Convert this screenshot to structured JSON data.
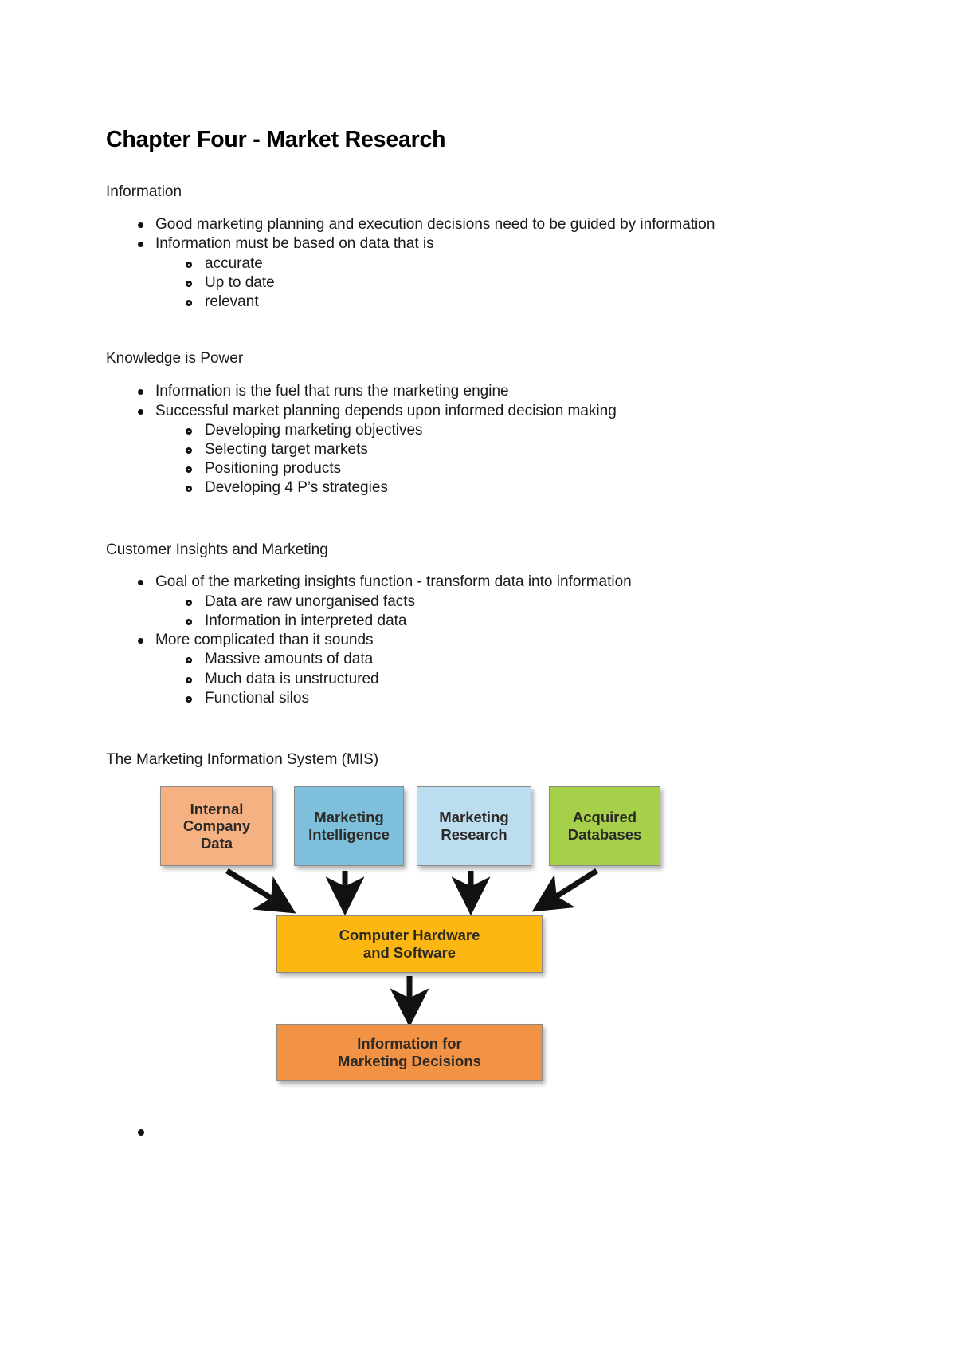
{
  "document": {
    "title": "Chapter Four - Market Research"
  },
  "sections": [
    {
      "heading": "Information",
      "items": [
        {
          "text": "Good marketing planning and execution decisions need to be guided by information",
          "children": []
        },
        {
          "text": "Information must be based on data that is",
          "children": [
            "accurate",
            "Up to date",
            "relevant"
          ]
        }
      ]
    },
    {
      "heading": "Knowledge is Power",
      "items": [
        {
          "text": "Information is the fuel that runs the marketing engine",
          "children": []
        },
        {
          "text": "Successful market planning depends upon informed decision making",
          "children": [
            "Developing marketing objectives",
            "Selecting target markets",
            "Positioning products",
            "Developing 4 P’s strategies"
          ]
        }
      ]
    },
    {
      "heading": "Customer Insights and Marketing",
      "items": [
        {
          "text": "Goal of the marketing insights function - transform data into information",
          "children": [
            "Data are raw unorganised facts",
            "Information in interpreted data"
          ]
        },
        {
          "text": "More complicated than it sounds",
          "children": [
            "Massive amounts of data",
            "Much data is unstructured",
            "Functional silos"
          ]
        }
      ]
    },
    {
      "heading": "The Marketing Information System (MIS)",
      "items": []
    }
  ],
  "diagram": {
    "name": "marketing-information-system-diagram",
    "boxes": [
      {
        "id": "internal",
        "line1": "Internal",
        "line2": "Company",
        "line3": "Data",
        "color": "#f6b183"
      },
      {
        "id": "intel",
        "line1": "Marketing",
        "line2": "Intelligence",
        "line3": "",
        "color": "#7ec0dc"
      },
      {
        "id": "research",
        "line1": "Marketing",
        "line2": "Research",
        "line3": "",
        "color": "#bcdcef"
      },
      {
        "id": "acquired",
        "line1": "Acquired",
        "line2": "Databases",
        "line3": "",
        "color": "#a6d04a"
      },
      {
        "id": "computer",
        "line1": "Computer Hardware",
        "line2": "and Software",
        "line3": "",
        "color": "#fcb713"
      },
      {
        "id": "info",
        "line1": "Information for",
        "line2": "Marketing Decisions",
        "line3": "",
        "color": "#f29244"
      }
    ],
    "arrow_color": "#111111"
  },
  "trailing_bullet": {
    "label": ""
  }
}
